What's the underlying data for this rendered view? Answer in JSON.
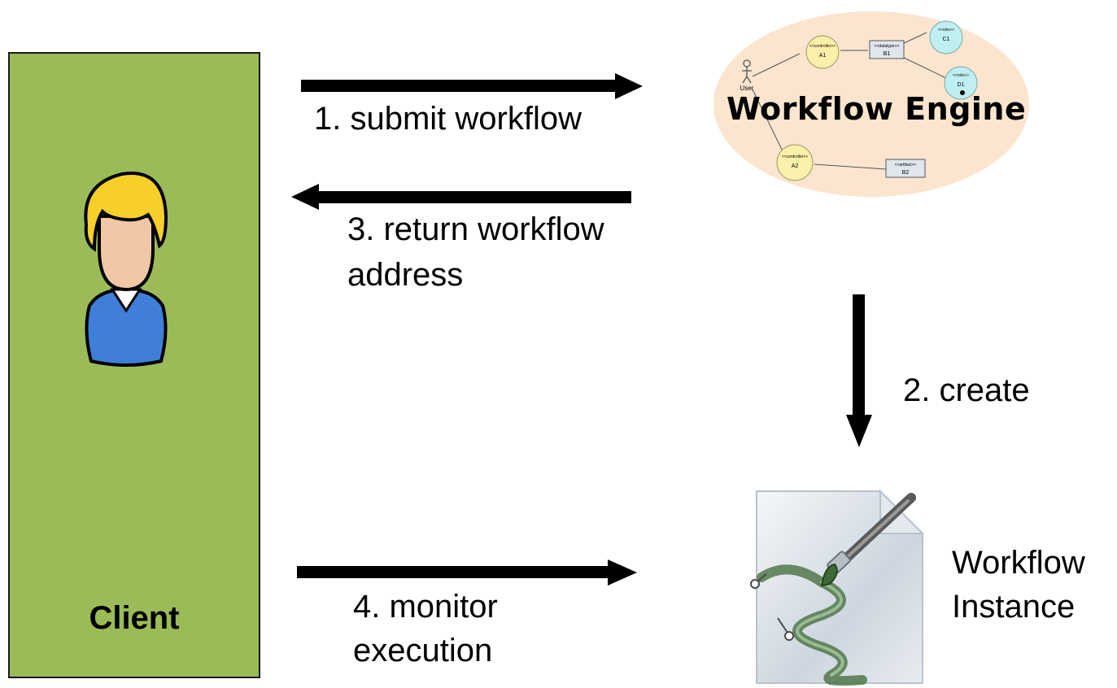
{
  "client": {
    "label": "Client"
  },
  "engine": {
    "title": "Workflow Engine",
    "diagram": {
      "user": "User",
      "a1_stereo": "<<controller>>",
      "a1": "A1",
      "b1_stereo": "<<datatype>>",
      "b1": "B1",
      "c1_stereo": "<<role>>",
      "c1": "C1",
      "d1_stereo": "<<role>>",
      "d1": "D1",
      "a2_stereo": "<<controller>>",
      "a2": "A2",
      "b2_stereo": "<<artifact>>",
      "b2": "B2"
    }
  },
  "instance": {
    "label_line1": "Workflow",
    "label_line2": "Instance"
  },
  "steps": {
    "step1": "1. submit workflow",
    "step2": "2. create",
    "step3_line1": "3. return workflow",
    "step3_line2": "address",
    "step4_line1": "4. monitor",
    "step4_line2": "execution"
  },
  "colors": {
    "client_panel": "#9bbb59",
    "engine_ellipse": "#fbe5cf",
    "arrow": "#000000"
  }
}
